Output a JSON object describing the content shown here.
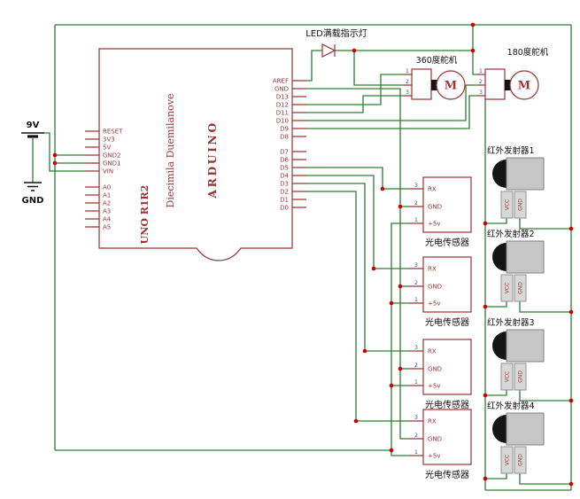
{
  "colors": {
    "component": "#9c3334",
    "wire": "#2e7d32",
    "junction": "#cc0000",
    "pin_number": "#3b5bb5"
  },
  "power": {
    "battery_label": "9V",
    "ground_label": "GND"
  },
  "led": {
    "label": "LED满载指示灯"
  },
  "arduino": {
    "name_vertical_1": "UNO R1R2",
    "name_vertical_2": "Diecimila  Duemilanove",
    "name_vertical_3": "ARDUINO",
    "left_pins_top": [
      "RESET",
      "3V3",
      "5V",
      "GND2",
      "GND1",
      "VIN"
    ],
    "left_pins_bottom": [
      "A0",
      "A1",
      "A2",
      "A3",
      "A4",
      "A5"
    ],
    "right_pins_top": [
      "AREF",
      "GND",
      "D13",
      "D12",
      "D11",
      "D10",
      "D9",
      "D8"
    ],
    "right_pins_bottom": [
      "D7",
      "D6",
      "D5",
      "D4",
      "D3",
      "D2",
      "D1",
      "D0"
    ]
  },
  "servo_360": {
    "label": "360度舵机",
    "motor_letter": "M",
    "pin_numbers": [
      "1",
      "2",
      "3"
    ]
  },
  "servo_180": {
    "label": "180度舵机",
    "motor_letter": "M",
    "pin_numbers": [
      "1",
      "2",
      "3"
    ]
  },
  "ir_emitters": [
    {
      "label": "红外发射器1",
      "vcc": "VCC",
      "gnd": "GND"
    },
    {
      "label": "红外发射器2",
      "vcc": "VCC",
      "gnd": "GND"
    },
    {
      "label": "红外发射器3",
      "vcc": "VCC",
      "gnd": "GND"
    },
    {
      "label": "红外发射器4",
      "vcc": "VCC",
      "gnd": "GND"
    }
  ],
  "photo_sensors": [
    {
      "label": "光电传感器",
      "pin_numbers": [
        "3",
        "2",
        "1"
      ],
      "pin_names": [
        "RX",
        "GND",
        "+5v"
      ]
    },
    {
      "label": "光电传感器",
      "pin_numbers": [
        "3",
        "2",
        "1"
      ],
      "pin_names": [
        "RX",
        "GND",
        "+5v"
      ]
    },
    {
      "label": "光电传感器",
      "pin_numbers": [
        "3",
        "2",
        "1"
      ],
      "pin_names": [
        "RX",
        "GND",
        "+5v"
      ]
    },
    {
      "label": "光电传感器",
      "pin_numbers": [
        "3",
        "2",
        "1"
      ],
      "pin_names": [
        "RX",
        "GND",
        "+5v"
      ]
    }
  ]
}
